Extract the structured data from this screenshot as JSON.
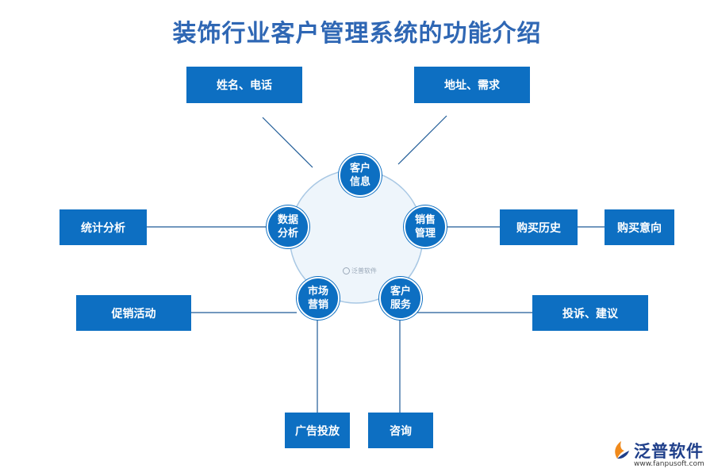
{
  "title": "装饰行业客户管理系统的功能介绍",
  "center": {
    "nodes": [
      {
        "id": "customer-info",
        "line1": "客户",
        "line2": "信息"
      },
      {
        "id": "sales-management",
        "line1": "销售",
        "line2": "管理"
      },
      {
        "id": "customer-service",
        "line1": "客户",
        "line2": "服务"
      },
      {
        "id": "marketing",
        "line1": "市场",
        "line2": "营销"
      },
      {
        "id": "data-analysis",
        "line1": "数据",
        "line2": "分析"
      }
    ],
    "watermark": "泛普软件"
  },
  "boxes": {
    "name_phone": "姓名、电话",
    "address_needs": "地址、需求",
    "statistics": "统计分析",
    "purchase_history": "购买历史",
    "purchase_intent": "购买意向",
    "promotion": "促销活动",
    "complaints": "投诉、建议",
    "advertising": "广告投放",
    "consulting": "咨询"
  },
  "logo": {
    "name": "泛普软件",
    "url": "www.fanpusoft.com",
    "accent_orange": "#f08a1c",
    "accent_blue": "#1f3f8a"
  },
  "colors": {
    "box_fill": "#0d6fc2",
    "title": "#2f67b4",
    "circle_fill": "#eef5fb",
    "circle_stroke": "#a9c8e4",
    "line": "#1e5a96"
  }
}
